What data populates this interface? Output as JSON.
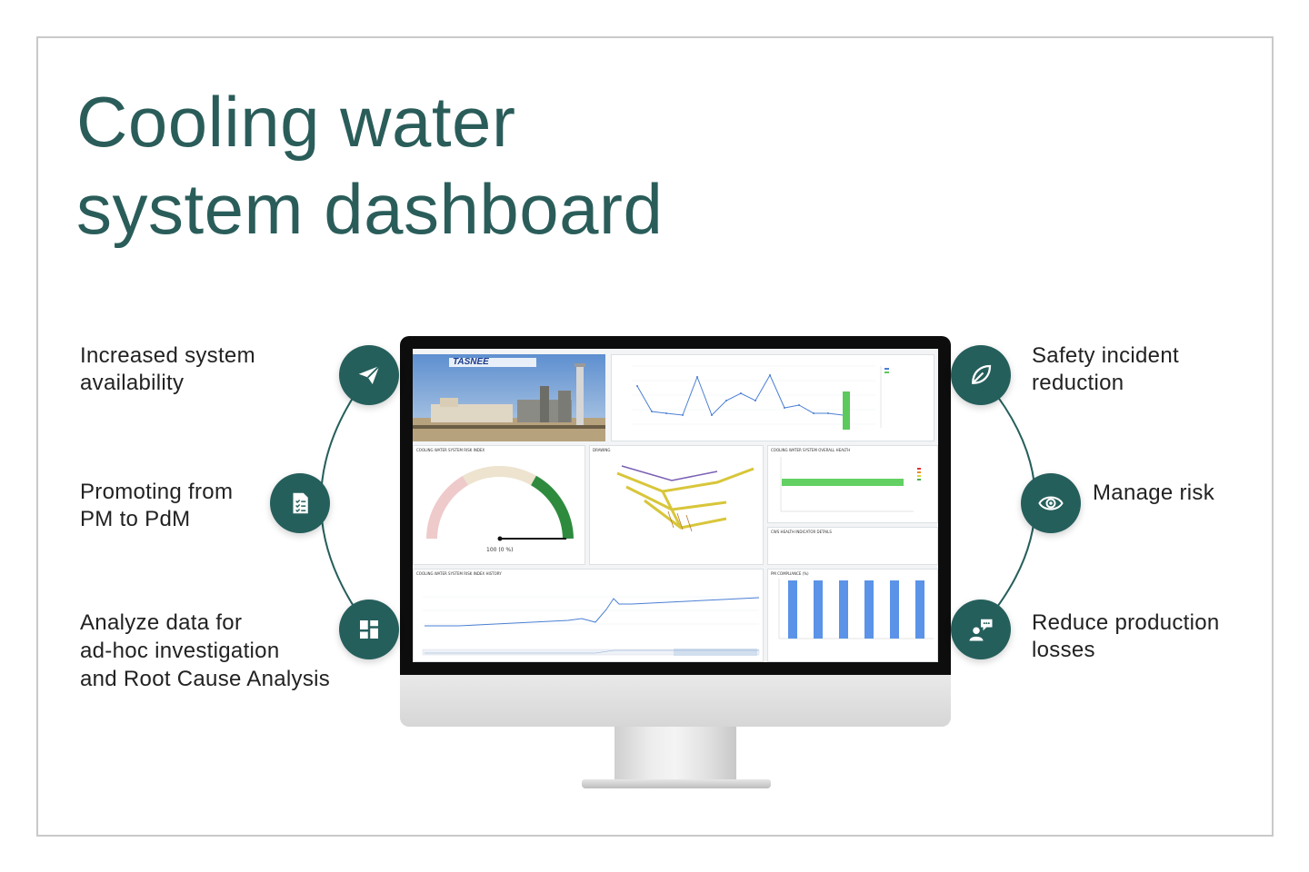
{
  "title": {
    "line1": "Cooling water",
    "line2": "system dashboard"
  },
  "benefits_left": [
    {
      "line1": "Increased system",
      "line2": "availability",
      "icon": "paper-plane-icon"
    },
    {
      "line1": "Promoting from",
      "line2": "PM to PdM",
      "icon": "checklist-icon"
    },
    {
      "line1": "Analyze data for",
      "line2": "ad-hoc investigation",
      "line3": "and Root Cause Analysis",
      "icon": "dashboard-grid-icon"
    }
  ],
  "benefits_right": [
    {
      "line1": "Safety incident",
      "line2": "reduction",
      "icon": "leaf-icon"
    },
    {
      "line1": "Manage risk",
      "icon": "eye-icon"
    },
    {
      "line1": "Reduce production",
      "line2": "losses",
      "icon": "speech-person-icon"
    }
  ],
  "colors": {
    "accent": "#255f5c",
    "title": "#2a5d5a"
  },
  "screen": {
    "logo": "TASNEE",
    "panels": {
      "risk_index": "COOLING WATER SYSTEM RISK INDEX",
      "drawing": "DRAWING",
      "overall_health": "COOLING WATER SYSTEM OVERALL HEALTH",
      "health_details": "CWS HEALTH INDICATOR DETAILS",
      "risk_history": "COOLING WATER SYSTEM RISK INDEX HISTORY",
      "pm_compliance": "PM COMPLIANCE (%)"
    },
    "gauge_value": "100 (0 %)"
  }
}
